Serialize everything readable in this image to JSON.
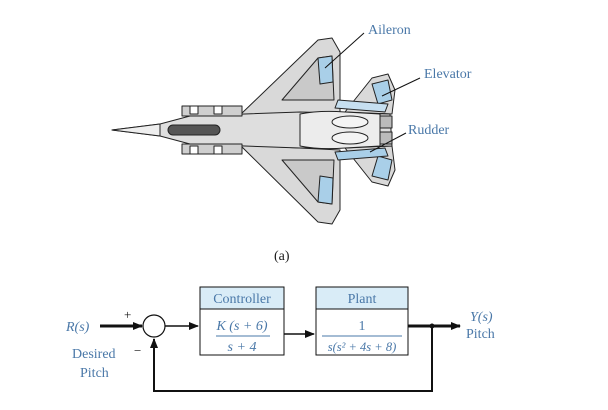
{
  "aircraft": {
    "labels": {
      "aileron": "Aileron",
      "elevator": "Elevator",
      "rudder": "Rudder"
    },
    "caption": "(a)",
    "colors": {
      "body": "#d9d9d9",
      "outline": "#222222",
      "surface_highlight": "#a9cfe8",
      "callout_text": "#4a78a8"
    }
  },
  "block_diagram": {
    "input": {
      "symbol": "R(s)",
      "description_line1": "Desired",
      "description_line2": "Pitch"
    },
    "summing_junction": {
      "plus_sign": "+",
      "minus_sign": "−"
    },
    "controller": {
      "title": "Controller",
      "numerator": "K (s + 6)",
      "denominator": "s + 4"
    },
    "plant": {
      "title": "Plant",
      "numerator": "1",
      "denominator": "s(s² + 4s + 8)"
    },
    "output": {
      "symbol": "Y(s)",
      "description": "Pitch"
    },
    "colors": {
      "block_header": "#d9ecf7",
      "text": "#4a78a8",
      "line": "#111111"
    }
  }
}
